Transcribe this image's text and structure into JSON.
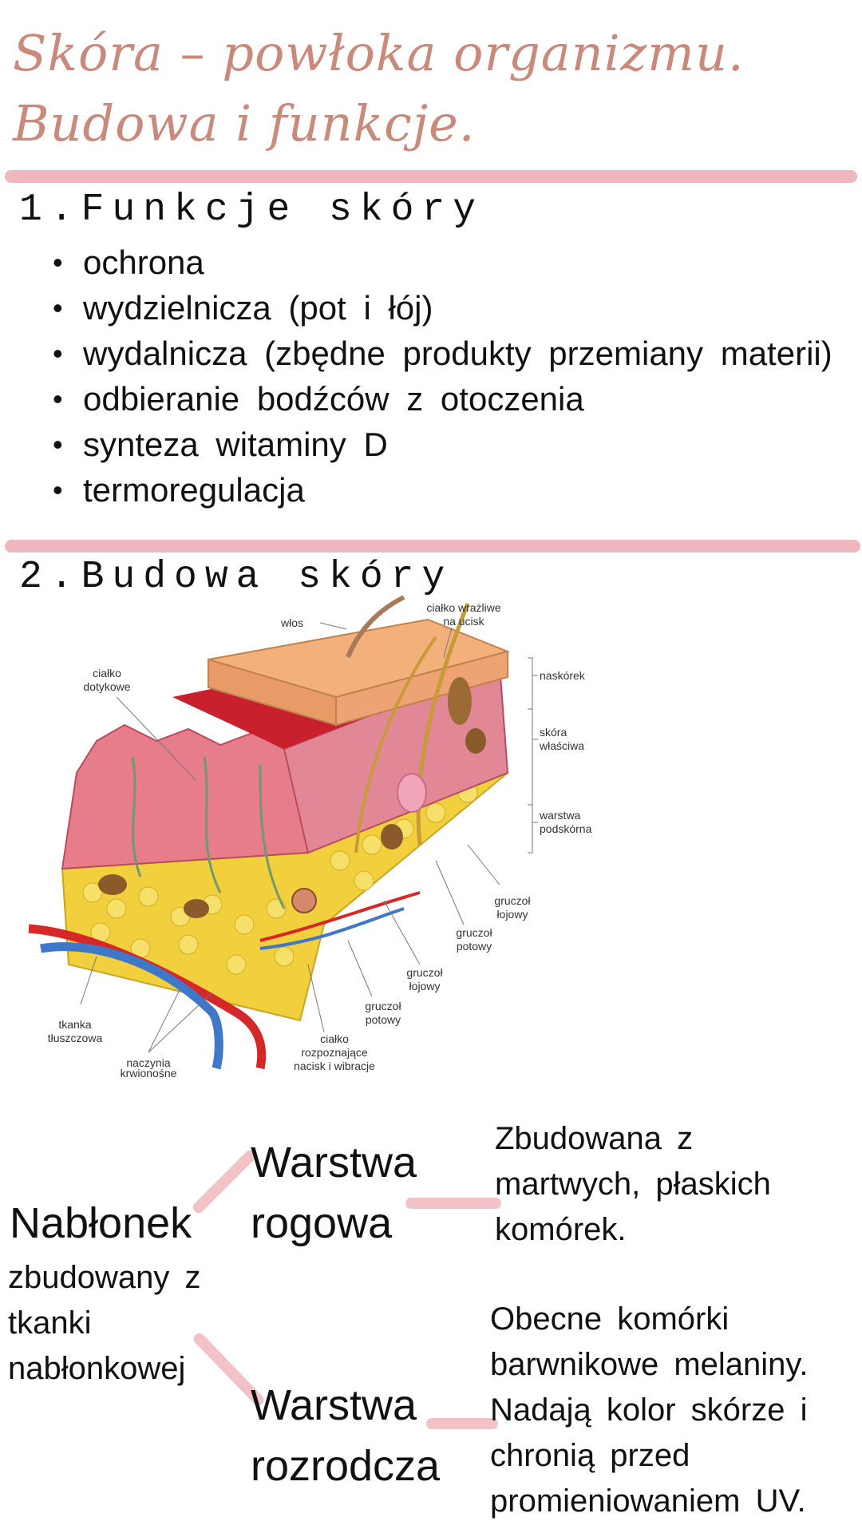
{
  "header": {
    "title_line1": "Skóra – powłoka organizmu.",
    "title_line2": "Budowa i funkcje."
  },
  "section1": {
    "heading": "1.Funkcje skóry",
    "items": [
      "ochrona",
      "wydzielnicza (pot i łój)",
      "wydalnicza (zbędne produkty przemiany materii)",
      "odbieranie bodźców z otoczenia",
      "synteza witaminy D",
      "termoregulacja"
    ]
  },
  "section2": {
    "heading": "2.Budowa skóry",
    "diagram_labels": {
      "hair": "włos",
      "pressure_body_1": "ciałko wrażliwe",
      "pressure_body_2": "na ucisk",
      "epidermis": "naskórek",
      "dermis_1": "skóra",
      "dermis_2": "właściwa",
      "hypodermis_1": "warstwa",
      "hypodermis_2": "podskórna",
      "touch_body_1": "ciałko",
      "touch_body_2": "dotykowe",
      "sebaceous_a_1": "gruczoł",
      "sebaceous_a_2": "łojowy",
      "sweat_a_1": "gruczoł",
      "sweat_a_2": "potowy",
      "sebaceous_b_1": "gruczoł",
      "sebaceous_b_2": "łojowy",
      "sweat_b_1": "gruczoł",
      "sweat_b_2": "potowy",
      "vibration_1": "ciałko",
      "vibration_2": "rozpoznające",
      "vibration_3": "nacisk i wibracje",
      "fat_1": "tkanka",
      "fat_2": "tłuszczowa",
      "vessels_1": "naczynia",
      "vessels_2": "krwionośne"
    }
  },
  "epithelium": {
    "title": "Nabłonek",
    "desc_line1": "zbudowany z",
    "desc_line2": "tkanki",
    "desc_line3": "nabłonkowej",
    "horny_layer_line1": "Warstwa",
    "horny_layer_line2": "rogowa",
    "horny_desc_line1": "Zbudowana z",
    "horny_desc_line2": "martwych, płaskich",
    "horny_desc_line3": "komórek.",
    "basal_layer_line1": "Warstwa",
    "basal_layer_line2": "rozrodcza",
    "basal_desc_line1": "Obecne komórki",
    "basal_desc_line2": "barwnikowe melaniny.",
    "basal_desc_line3": "Nadają kolor skórze i",
    "basal_desc_line4": "chronią przed",
    "basal_desc_line5": "promieniowaniem UV."
  },
  "colors": {
    "title": "#c98a7c",
    "divider": "#f0b7bf",
    "connector": "#f3c2c7"
  }
}
